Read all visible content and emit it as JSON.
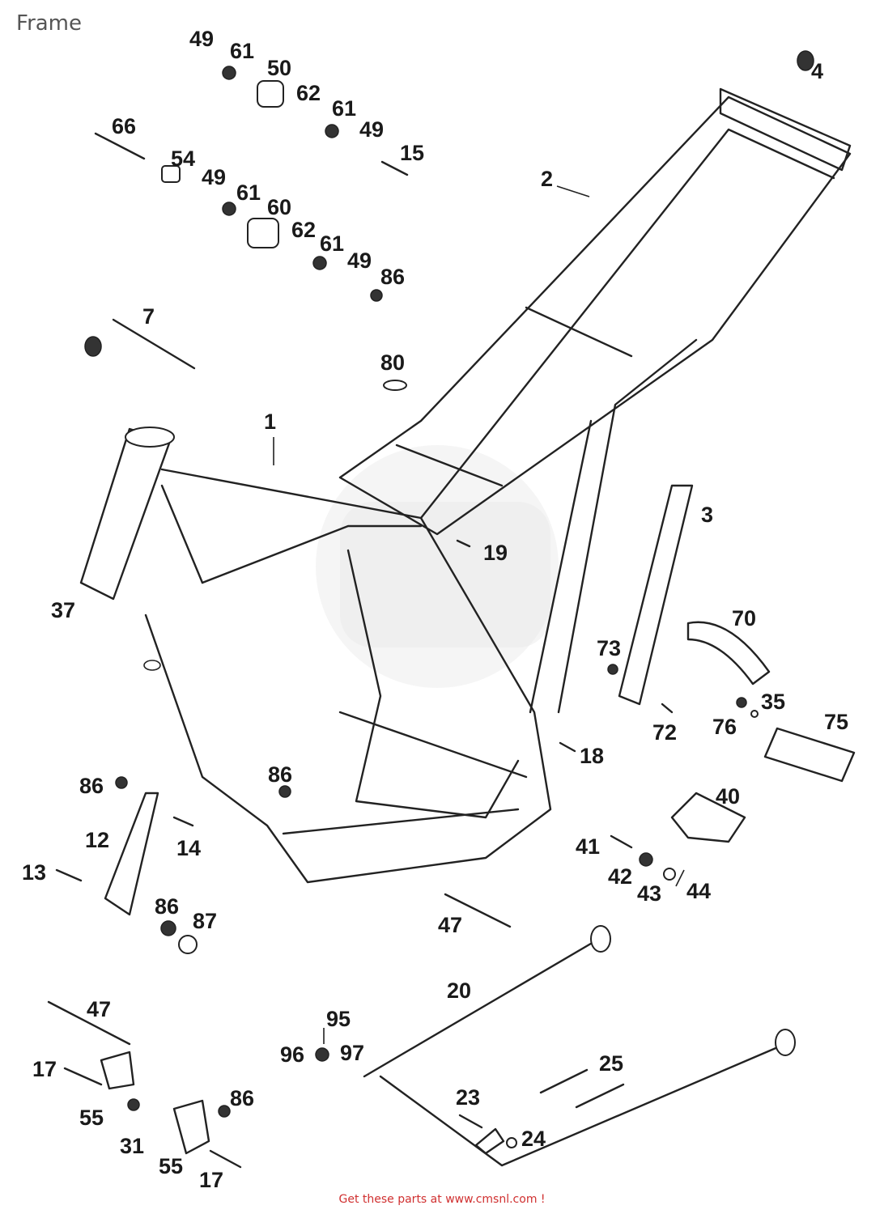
{
  "title": "Frame",
  "footer": "Get these parts at www.cmsnl.com !",
  "callouts": [
    "1",
    "2",
    "3",
    "4",
    "7",
    "12",
    "13",
    "14",
    "15",
    "17",
    "17",
    "18",
    "19",
    "20",
    "23",
    "24",
    "25",
    "31",
    "35",
    "37",
    "40",
    "41",
    "42",
    "43",
    "44",
    "47",
    "47",
    "49",
    "49",
    "49",
    "49",
    "50",
    "54",
    "55",
    "55",
    "60",
    "61",
    "61",
    "61",
    "61",
    "62",
    "62",
    "66",
    "70",
    "72",
    "73",
    "75",
    "76",
    "80",
    "86",
    "86",
    "86",
    "86",
    "86",
    "87",
    "95",
    "96",
    "97"
  ]
}
